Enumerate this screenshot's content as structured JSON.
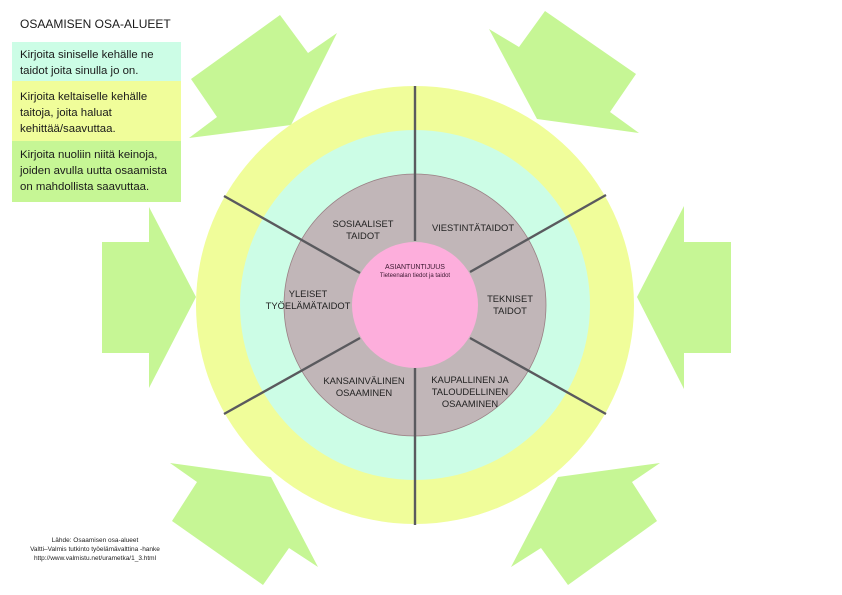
{
  "title": "OSAAMISEN OSA-ALUEET",
  "legend": [
    {
      "text": "Kirjoita siniselle kehälle ne taidot joita sinulla jo on.",
      "color": "#ccfde6",
      "lines": [
        "Kirjoita siniselle kehälle ne",
        "taidot joita sinulla jo on."
      ]
    },
    {
      "text": "Kirjoita keltaiselle kehälle taitoja, joita haluat kehittää/saavuttaa.",
      "color": "#f0fd9a",
      "lines": [
        "Kirjoita keltaiselle kehälle",
        "taitoja, joita haluat",
        "kehittää/saavuttaa."
      ]
    },
    {
      "text": "Kirjoita nuoliin niitä keinoja, joiden avulla uutta osaamista on mahdollista saavuttaa.",
      "color": "#c6f695",
      "lines": [
        "Kirjoita nuoliin niitä keinoja,",
        "joiden avulla uutta osaamista",
        "on mahdollista saavuttaa."
      ]
    }
  ],
  "center": {
    "title": "ASIANTUNTIJUUS",
    "subtitle": "Tieteenalan tiedot ja taidot"
  },
  "segments": [
    {
      "name": "sosiaaliset-taidot",
      "lines": [
        "SOSIAALISET",
        "TAIDOT"
      ]
    },
    {
      "name": "viestintataidot",
      "lines": [
        "VIESTINTÄTAIDOT"
      ]
    },
    {
      "name": "tekniset-taidot",
      "lines": [
        "TEKNISET",
        "TAIDOT"
      ]
    },
    {
      "name": "kaupallinen-ja-taloudellinen-osaaminen",
      "lines": [
        "KAUPALLINEN JA",
        "TALOUDELLINEN",
        "OSAAMINEN"
      ]
    },
    {
      "name": "kansainvalinen-osaaminen",
      "lines": [
        "KANSAINVÄLINEN",
        "OSAAMINEN"
      ]
    },
    {
      "name": "yleiset-tyoelamataidot",
      "lines": [
        "YLEISET",
        "TYÖELÄMÄTAIDOT"
      ]
    }
  ],
  "rings": {
    "outer_color": "#f0fd9a",
    "middle_color": "#ccfde6",
    "inner_color": "#c1b6b8",
    "core_color": "#fdaedc",
    "divider_color": "#5a5a5e"
  },
  "arrows": {
    "color": "#c6f695",
    "count": 6
  },
  "source": {
    "lines": [
      "Lähde: Osaamisen osa-alueet",
      "Valtti–Valmis tutkinto työelämävalttina -hanke",
      "http://www.valmistu.net/urametka/1_3.html"
    ]
  }
}
